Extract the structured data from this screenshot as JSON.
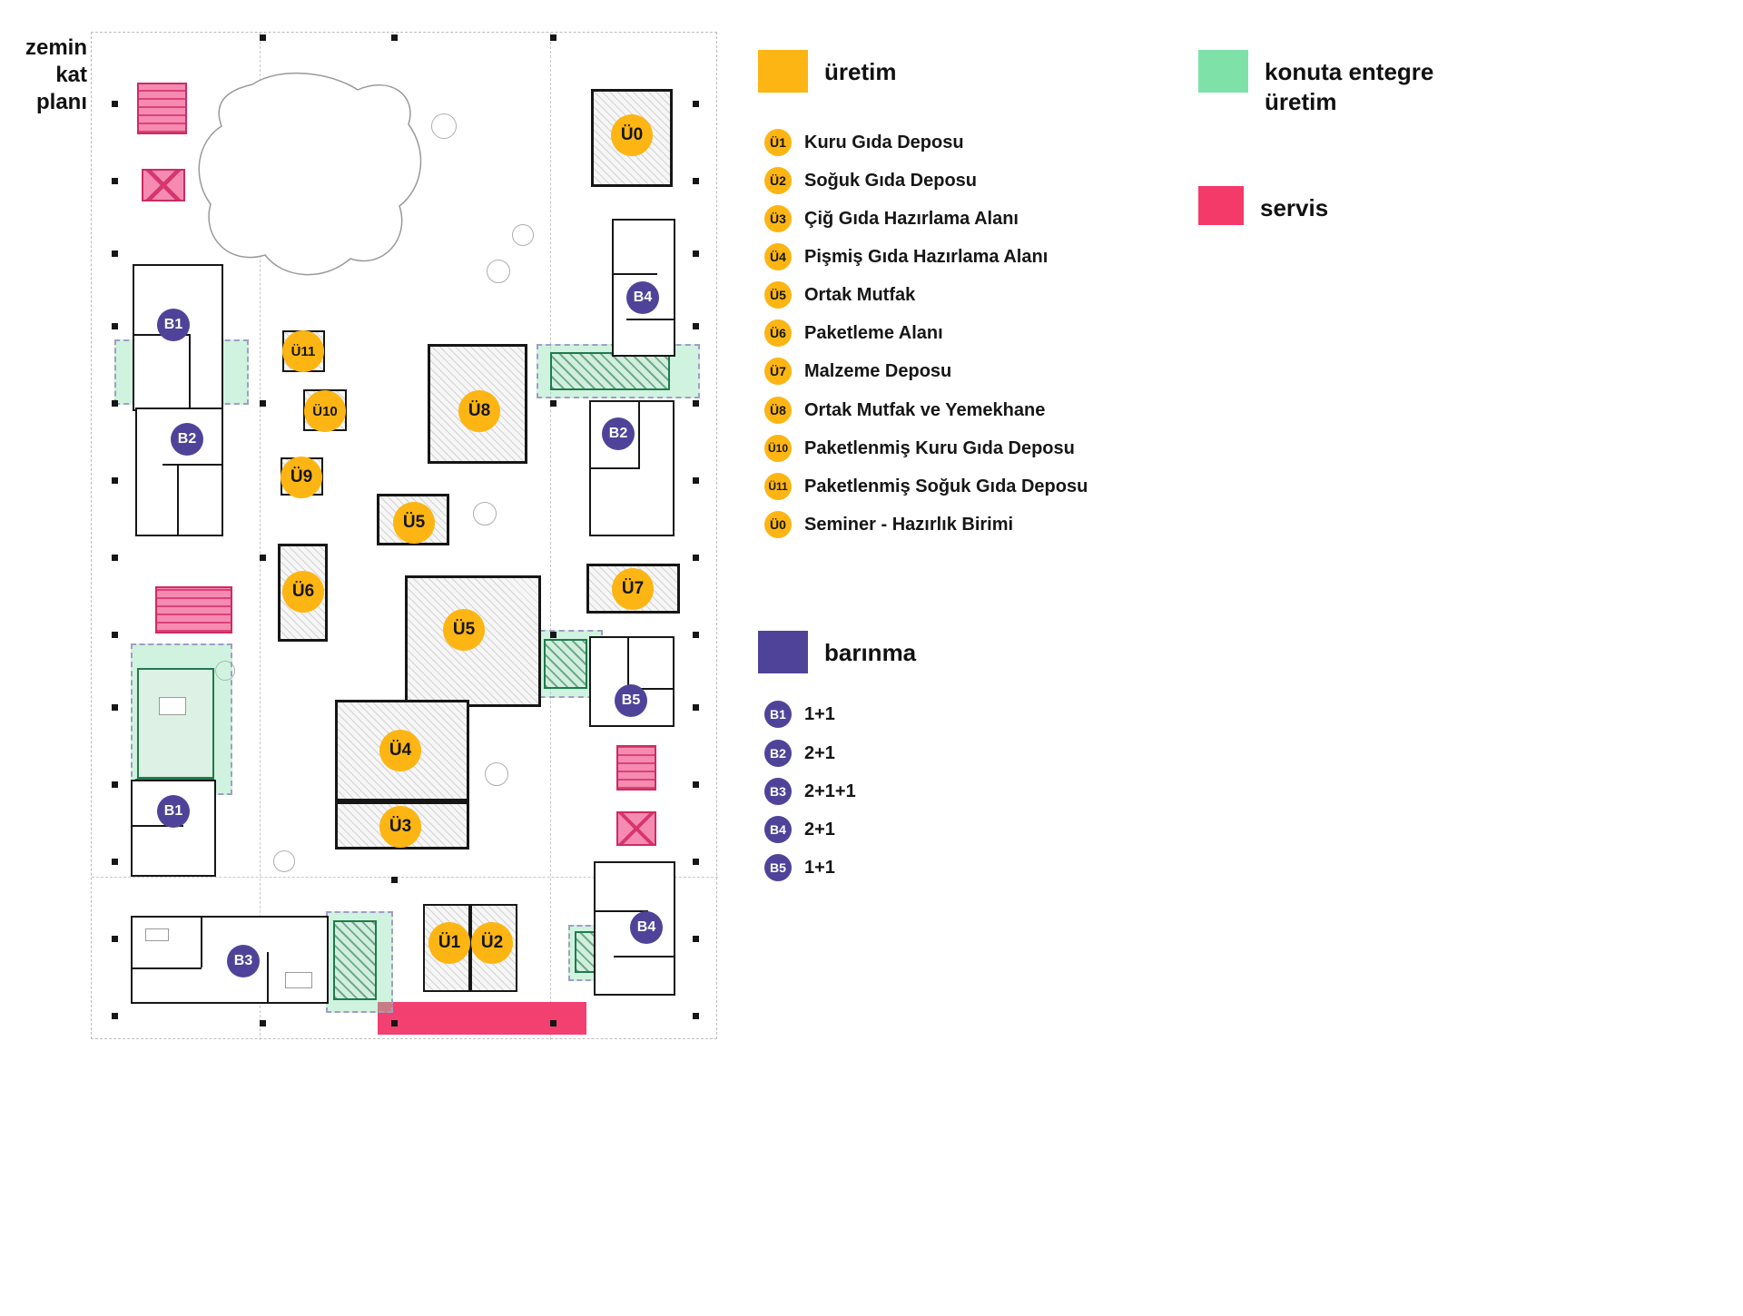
{
  "title": "zemin\nkat\nplanı",
  "colors": {
    "uretim": "#FDB513",
    "konuta_entegre_uretim": "#7EE2A8",
    "servis": "#F43A69",
    "barinma": "#4F4399"
  },
  "plan": {
    "markers": {
      "u0": "Ü0",
      "u1": "Ü1",
      "u2": "Ü2",
      "u3": "Ü3",
      "u4": "Ü4",
      "u5": "Ü5",
      "u6": "Ü6",
      "u7": "Ü7",
      "u8": "Ü8",
      "u9": "Ü9",
      "u10": "Ü10",
      "u11": "Ü11",
      "b1": "B1",
      "b2": "B2",
      "b3": "B3",
      "b4": "B4",
      "b5": "B5"
    }
  },
  "legend": {
    "uretim": {
      "title": "üretim",
      "items": [
        {
          "code": "Ü1",
          "label": "Kuru Gıda Deposu"
        },
        {
          "code": "Ü2",
          "label": "Soğuk Gıda Deposu"
        },
        {
          "code": "Ü3",
          "label": "Çiğ Gıda Hazırlama Alanı"
        },
        {
          "code": "Ü4",
          "label": "Pişmiş Gıda Hazırlama Alanı"
        },
        {
          "code": "Ü5",
          "label": "Ortak Mutfak"
        },
        {
          "code": "Ü6",
          "label": "Paketleme Alanı"
        },
        {
          "code": "Ü7",
          "label": "Malzeme Deposu"
        },
        {
          "code": "Ü8",
          "label": "Ortak Mutfak ve Yemekhane"
        },
        {
          "code": "Ü10",
          "label": "Paketlenmiş Kuru Gıda Deposu"
        },
        {
          "code": "Ü11",
          "label": "Paketlenmiş Soğuk Gıda Deposu"
        },
        {
          "code": "Ü0",
          "label": "Seminer - Hazırlık Birimi"
        }
      ]
    },
    "konut_entegre": {
      "title": "konuta entegre üretim"
    },
    "servis": {
      "title": "servis"
    },
    "barinma": {
      "title": "barınma",
      "items": [
        {
          "code": "B1",
          "label": "1+1"
        },
        {
          "code": "B2",
          "label": "2+1"
        },
        {
          "code": "B3",
          "label": "2+1+1"
        },
        {
          "code": "B4",
          "label": "2+1"
        },
        {
          "code": "B5",
          "label": "1+1"
        }
      ]
    }
  }
}
